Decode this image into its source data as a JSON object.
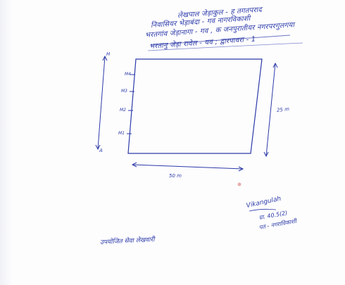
{
  "header": {
    "lines": [
      "लेखपाल जेड़ाकुल - ह तगतपराद",
      "निवासियर भेड़ाबंदा - गव नागरविकाशी",
      "भरतगांव जेड़ानागा - गव , क जनपुरातीयर नगरपरगुलगया",
      "भरतानु जेड़ा रावेल - यव ; द्वारपावरा - 1"
    ]
  },
  "drawing": {
    "width_label": "50 m",
    "height_label": "25 m",
    "side_ticks": [
      "M4",
      "M3",
      "M2",
      "M1"
    ],
    "corner_top": "H",
    "corner_bottom": "A"
  },
  "signature": {
    "name": "Vikangulah",
    "line1": "ग्रा. 40.5(2)",
    "line2": "पत - नगराविकाशी"
  },
  "footer": {
    "left_text": "उपयोजित सेवा लेखवारी"
  },
  "colors": {
    "ink": "#2c3aa8",
    "paper": "#fdfdfe",
    "mark": "#d77a7a"
  }
}
